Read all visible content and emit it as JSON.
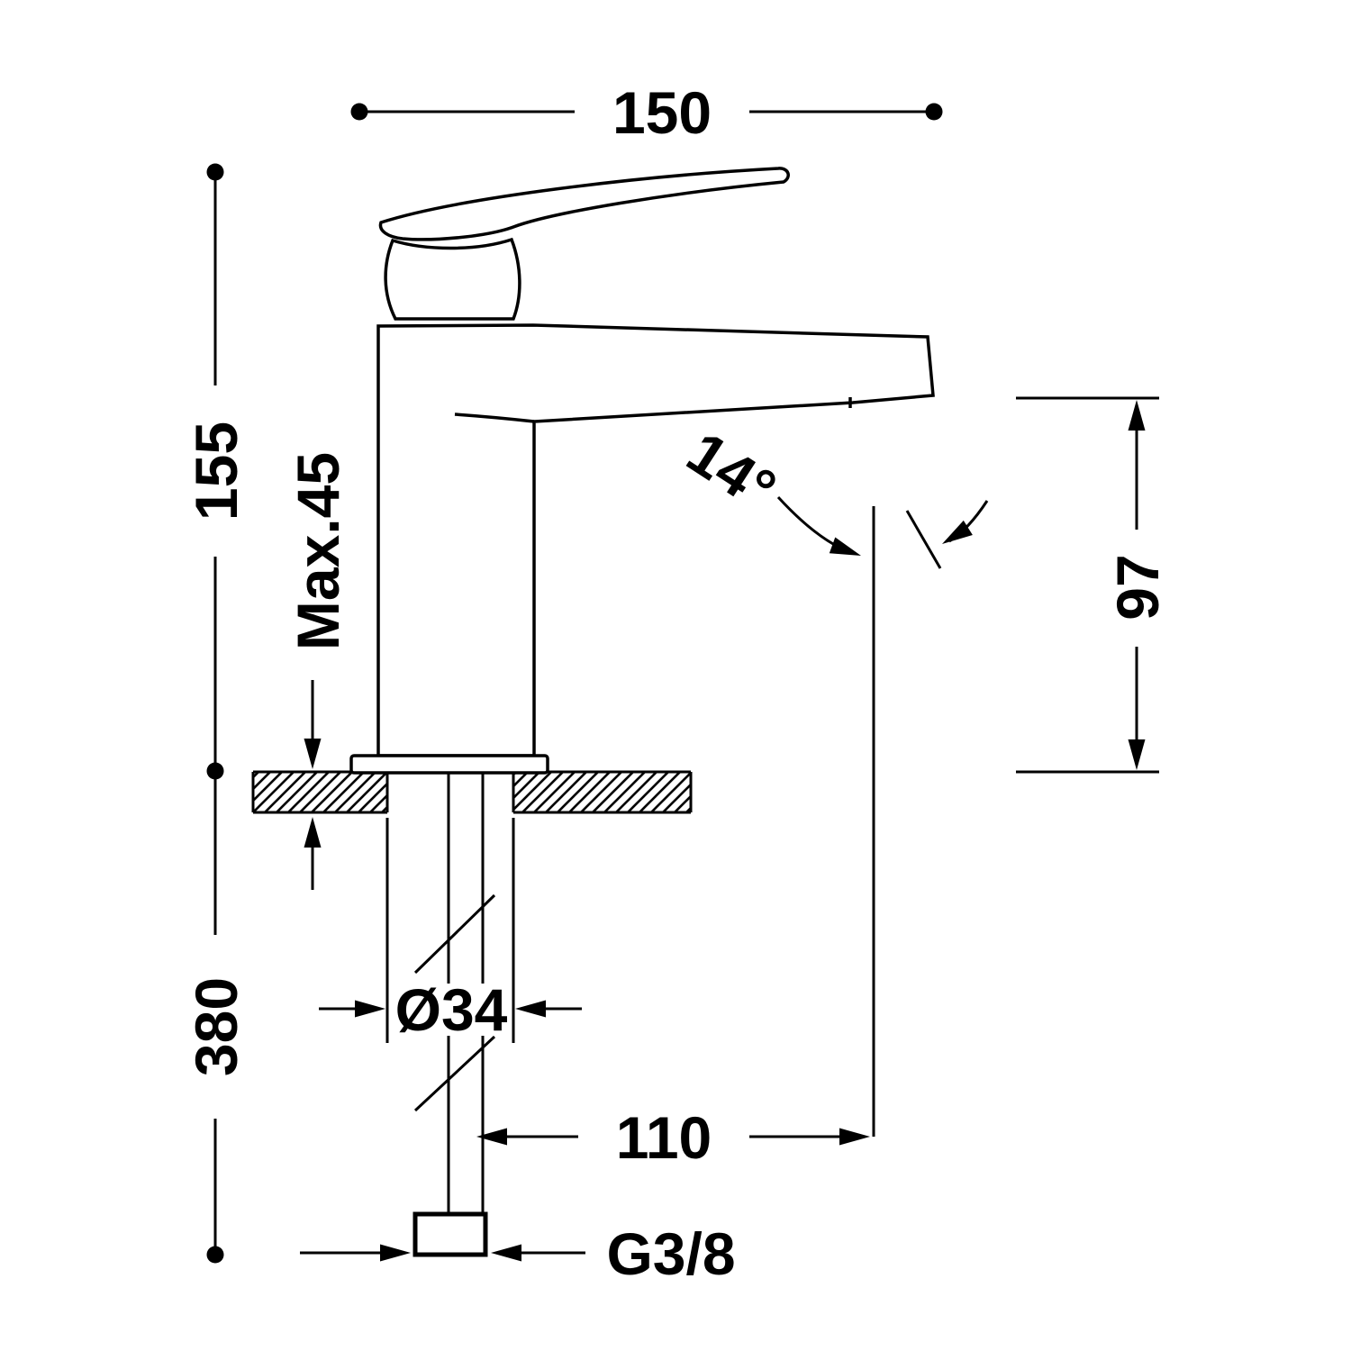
{
  "page": {
    "background": "#ffffff",
    "line_color": "#000000"
  },
  "drawing": {
    "subject": "Single-lever basin mixer faucet — dimensional side view",
    "labels": {
      "overall_width": "150",
      "overall_height": "155",
      "max_deck_thickness": "Max.45",
      "spout_angle": "14°",
      "outlet_height": "97",
      "hole_diameter": "Ø34",
      "supply_length": "380",
      "spout_reach": "110",
      "thread": "G3/8"
    }
  }
}
